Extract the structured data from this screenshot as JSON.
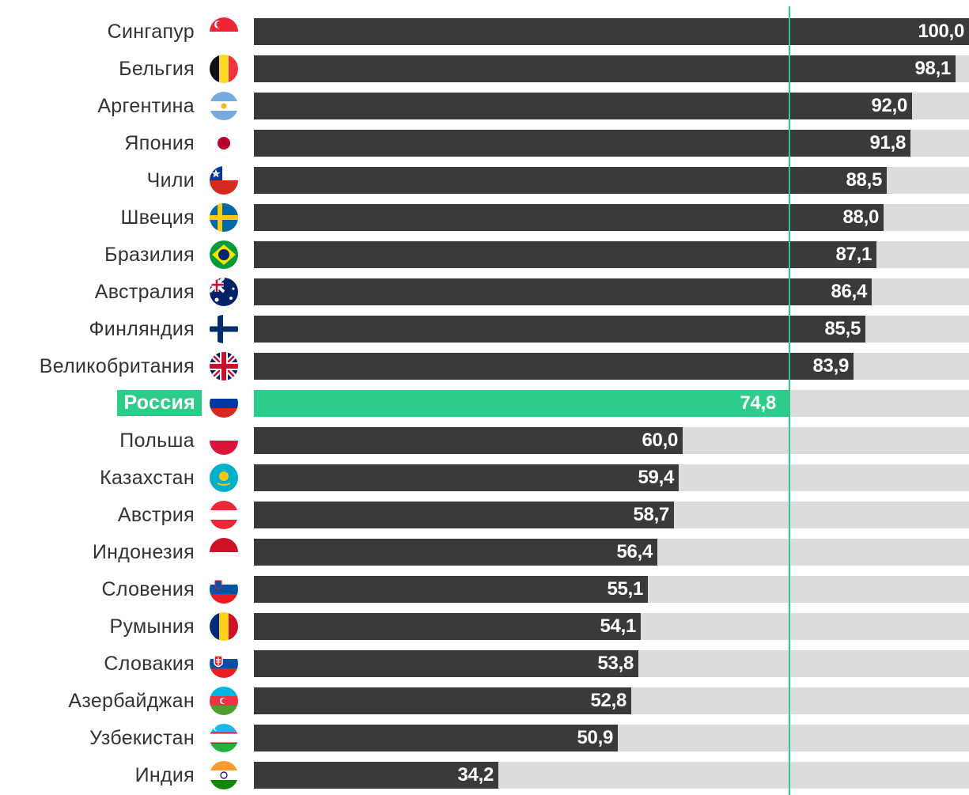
{
  "chart_data": {
    "type": "bar",
    "orientation": "horizontal",
    "title": "",
    "xlabel": "",
    "ylabel": "",
    "xlim": [
      0,
      100
    ],
    "grid": false,
    "legend": "none",
    "highlight_color": "#2ecc8a",
    "bar_color": "#3a3a3a",
    "track_color": "#dcdcdc",
    "reference_line": {
      "value": 74.8,
      "color": "#2ecc8a"
    },
    "categories": [
      "Сингапур",
      "Бельгия",
      "Аргентина",
      "Япония",
      "Чили",
      "Швеция",
      "Бразилия",
      "Австралия",
      "Финляндия",
      "Великобритания",
      "Россия",
      "Польша",
      "Казахстан",
      "Австрия",
      "Индонезия",
      "Словения",
      "Румыния",
      "Словакия",
      "Азербайджан",
      "Узбекистан",
      "Индия"
    ],
    "values": [
      100.0,
      98.1,
      92.0,
      91.8,
      88.5,
      88.0,
      87.1,
      86.4,
      85.5,
      83.9,
      74.8,
      60.0,
      59.4,
      58.7,
      56.4,
      55.1,
      54.1,
      53.8,
      52.8,
      50.9,
      34.2
    ],
    "value_labels": [
      "100,0",
      "98,1",
      "92,0",
      "91,8",
      "88,5",
      "88,0",
      "87,1",
      "86,4",
      "85,5",
      "83,9",
      "74,8",
      "60,0",
      "59,4",
      "58,7",
      "56,4",
      "55,1",
      "54,1",
      "53,8",
      "52,8",
      "50,9",
      "34,2"
    ],
    "highlighted": "Россия",
    "flag_icons": [
      "singapore-flag-icon",
      "belgium-flag-icon",
      "argentina-flag-icon",
      "japan-flag-icon",
      "chile-flag-icon",
      "sweden-flag-icon",
      "brazil-flag-icon",
      "australia-flag-icon",
      "finland-flag-icon",
      "uk-flag-icon",
      "russia-flag-icon",
      "poland-flag-icon",
      "kazakhstan-flag-icon",
      "austria-flag-icon",
      "indonesia-flag-icon",
      "slovenia-flag-icon",
      "romania-flag-icon",
      "slovakia-flag-icon",
      "azerbaijan-flag-icon",
      "uzbekistan-flag-icon",
      "india-flag-icon"
    ]
  }
}
